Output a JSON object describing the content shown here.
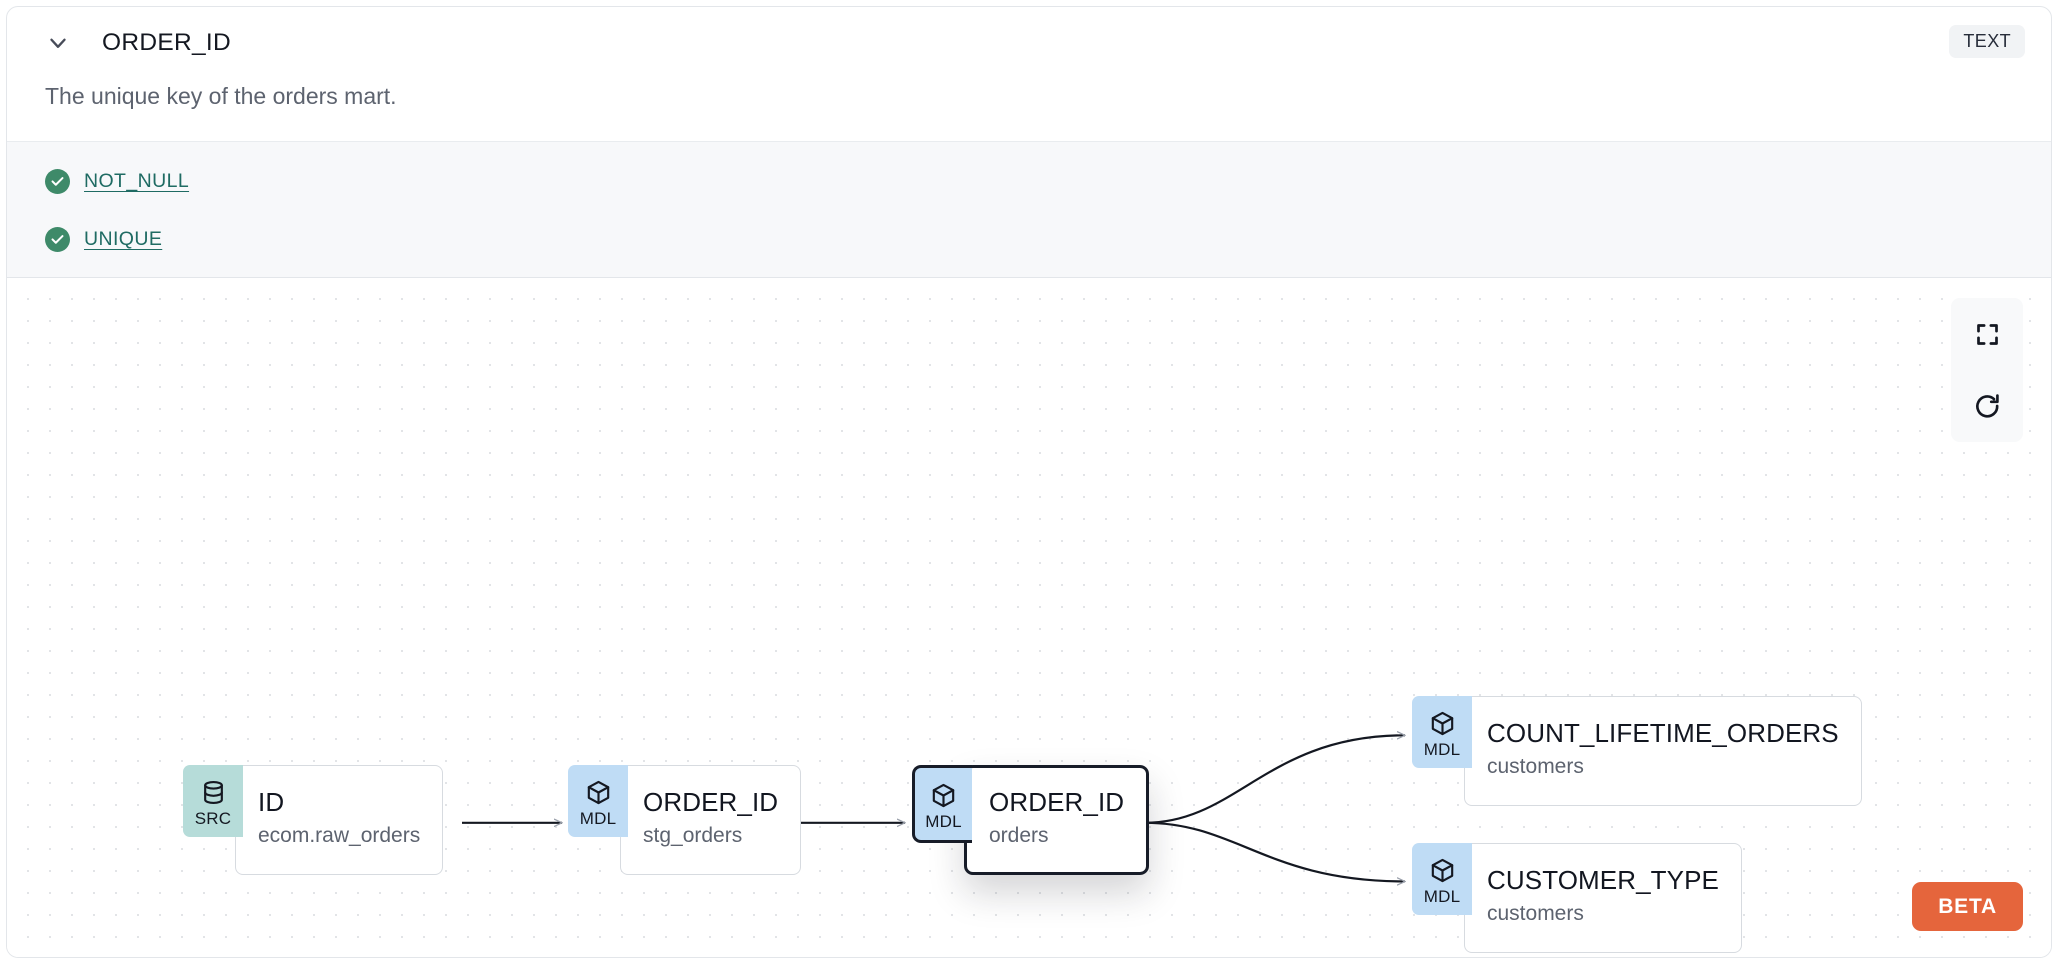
{
  "header": {
    "title": "ORDER_ID",
    "collapse_icon": "chevron-down-icon",
    "type_badge": "TEXT"
  },
  "description": "The unique key of the orders mart.",
  "tests": [
    {
      "label": "NOT_NULL",
      "status": "passed",
      "status_icon": "check-circle-icon"
    },
    {
      "label": "UNIQUE",
      "status": "passed",
      "status_icon": "check-circle-icon"
    }
  ],
  "lineage": {
    "nodes": [
      {
        "id": "src",
        "badge": "SRC",
        "badge_icon": "database-icon",
        "title": "ID",
        "subtitle": "ecom.raw_orders",
        "selected": false
      },
      {
        "id": "stg",
        "badge": "MDL",
        "badge_icon": "cube-icon",
        "title": "ORDER_ID",
        "subtitle": "stg_orders",
        "selected": false
      },
      {
        "id": "ord",
        "badge": "MDL",
        "badge_icon": "cube-icon",
        "title": "ORDER_ID",
        "subtitle": "orders",
        "selected": true
      },
      {
        "id": "clo",
        "badge": "MDL",
        "badge_icon": "cube-icon",
        "title": "COUNT_LIFETIME_ORDERS",
        "subtitle": "customers",
        "selected": false
      },
      {
        "id": "ctype",
        "badge": "MDL",
        "badge_icon": "cube-icon",
        "title": "CUSTOMER_TYPE",
        "subtitle": "customers",
        "selected": false
      }
    ],
    "edges": [
      {
        "from": "src",
        "to": "stg"
      },
      {
        "from": "stg",
        "to": "ord"
      },
      {
        "from": "ord",
        "to": "clo"
      },
      {
        "from": "ord",
        "to": "ctype"
      }
    ],
    "controls": [
      {
        "name": "fullscreen",
        "icon": "fullscreen-icon"
      },
      {
        "name": "refresh",
        "icon": "refresh-icon"
      }
    ],
    "beta_badge": "BETA"
  },
  "colors": {
    "src_badge": "#b6dcd9",
    "mdl_badge": "#bfdcf5",
    "test_pass": "#3e8a69",
    "test_link": "#1f6b63",
    "beta": "#e5653c",
    "selected_border": "#171c28"
  }
}
